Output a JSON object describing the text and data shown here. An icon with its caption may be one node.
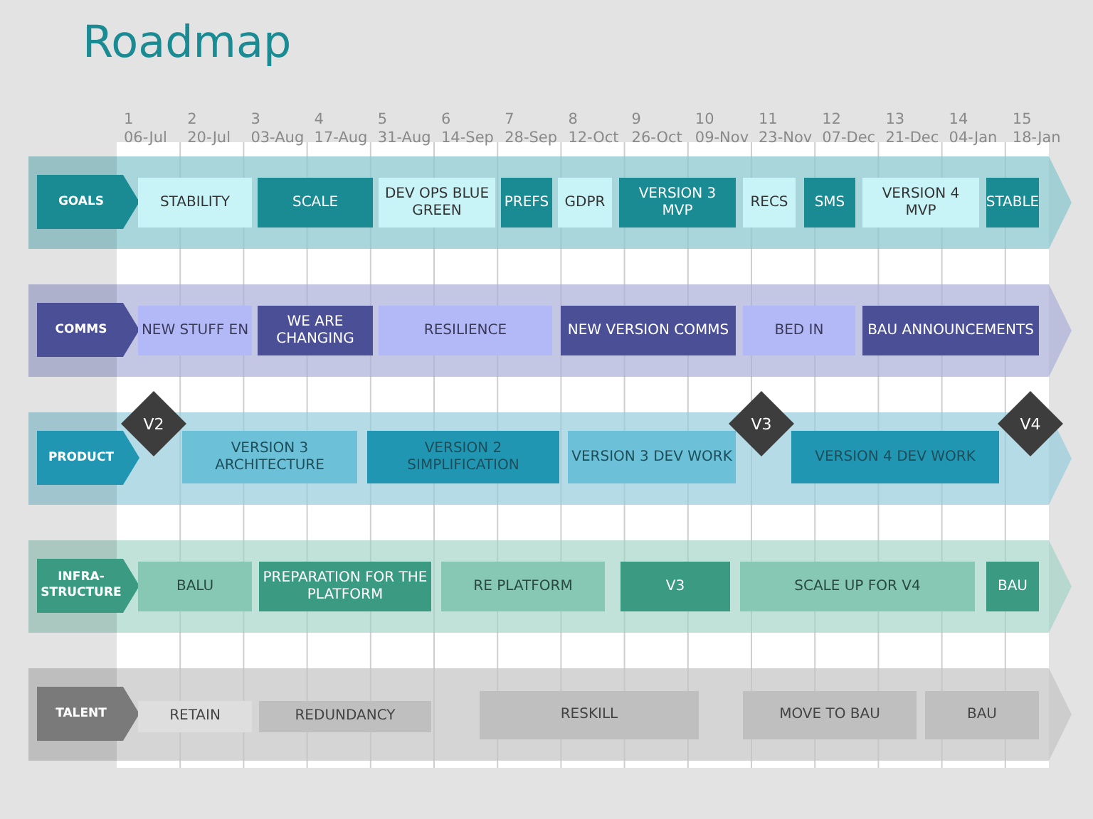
{
  "diagram": {
    "title": "Roadmap",
    "nodes": [
      {
        "text": [],
        "shape": "arrow"
      },
      {
        "text": [
          "GOALS"
        ],
        "in": 0
      },
      {
        "text": [
          "STABILITY"
        ],
        "in": 0
      },
      {
        "text": [
          "SCALE"
        ],
        "in": 0
      },
      {
        "text": [
          "DEV OPS BLUE GREEN"
        ],
        "in": 0
      },
      {
        "text": [
          "PREFS"
        ],
        "in": 0
      },
      {
        "text": [
          "GDPR"
        ],
        "in": 0
      },
      {
        "text": [
          "VERSION 3 MVP"
        ],
        "in": 0
      },
      {
        "text": [
          "RECS"
        ],
        "in": 0
      },
      {
        "text": [
          "SMS"
        ],
        "in": 0
      },
      {
        "text": [
          "VERSION 4 MVP"
        ],
        "in": 0
      },
      {
        "text": [
          "STABLE"
        ],
        "in": 0
      },
      {
        "text": [],
        "shape": "arrow"
      },
      {
        "text": [
          "COMMS"
        ],
        "in": 12
      },
      {
        "text": [
          "NEW STUFF EN"
        ],
        "in": 12
      },
      {
        "text": [
          "WE ARE CHANGING"
        ],
        "in": 12
      },
      {
        "text": [
          "RESILIENCE"
        ],
        "in": 12
      },
      {
        "text": [
          "NEW VERSION COMMS"
        ],
        "in": 12
      },
      {
        "text": [
          "BED IN"
        ],
        "in": 12
      },
      {
        "text": [
          "BAU ANNOUNCEMENTS"
        ],
        "in": 12
      },
      {
        "text": [],
        "shape": "arrow"
      },
      {
        "text": [
          "PRODUCT"
        ],
        "in": 20
      },
      {
        "text": [
          "V2"
        ]
      },
      {
        "text": [
          "VERSION 3 ARCHITECTURE"
        ],
        "in": 20
      },
      {
        "text": [
          "VERSION 2 SIMPLIFICATION"
        ],
        "in": 20
      },
      {
        "text": [
          "VERSION 3 DEV WORK"
        ],
        "in": 20
      },
      {
        "text": [
          "V3"
        ]
      },
      {
        "text": [
          "VERSION 4 DEV WORK"
        ],
        "in": 20
      },
      {
        "text": [
          "V4"
        ]
      },
      {
        "text": [],
        "shape": "arrow"
      },
      {
        "text": [
          "INFRA-STRUCTURE"
        ],
        "in": 29
      },
      {
        "text": [
          "BALU"
        ],
        "in": 29
      },
      {
        "text": [
          "PREPARATION FOR THE PLATFORM"
        ],
        "in": 29
      },
      {
        "text": [
          "RE PLATFORM"
        ],
        "in": 29
      },
      {
        "text": [
          "V3"
        ],
        "in": 29
      },
      {
        "text": [
          "SCALE UP FOR V4"
        ],
        "in": 29
      },
      {
        "text": [
          "BAU"
        ],
        "in": 29
      },
      {
        "text": [],
        "shape": "arrow"
      },
      {
        "text": [
          "TALENT"
        ],
        "in": 37
      },
      {
        "text": [
          "RETAIN"
        ],
        "in": 37
      },
      {
        "text": [
          "REDUNDANCY"
        ],
        "in": 37
      },
      {
        "text": [
          "RESKILL"
        ],
        "in": 37
      },
      {
        "text": [
          "MOVE TO BAU"
        ],
        "in": 37
      },
      {
        "text": [
          "BAU"
        ],
        "in": 37
      }
    ],
    "labels": [
      "1",
      "2",
      "3",
      "4",
      "5",
      "6",
      "7",
      "8",
      "9",
      "10",
      "11",
      "12",
      "13",
      "14",
      "15",
      "06-Jul",
      "20-Jul",
      "03-Aug",
      "17-Aug",
      "31-Aug",
      "14-Sep",
      "28-Sep",
      "12-Oct",
      "26-Oct",
      "09-Nov",
      "23-Nov",
      "07-Dec",
      "21-Dec",
      "04-Jan",
      "18-Jan"
    ]
  }
}
